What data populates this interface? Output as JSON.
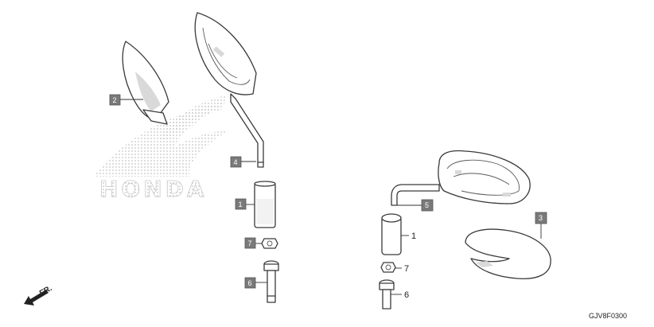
{
  "diagram": {
    "brand_watermark": "HONDA",
    "drawing_code": "GJV8F0300",
    "direction_label": "FR.",
    "left_callouts": [
      {
        "id": "callout-2",
        "label": "2"
      },
      {
        "id": "callout-4",
        "label": "4"
      },
      {
        "id": "callout-1-left",
        "label": "1"
      },
      {
        "id": "callout-7-left",
        "label": "7"
      },
      {
        "id": "callout-6-left",
        "label": "6"
      }
    ],
    "right_callouts": [
      {
        "id": "callout-5",
        "label": "5"
      },
      {
        "id": "callout-3",
        "label": "3"
      }
    ],
    "right_plain_callouts": [
      {
        "id": "callout-1-right",
        "label": "1"
      },
      {
        "id": "callout-7-right",
        "label": "7"
      },
      {
        "id": "callout-6-right",
        "label": "6"
      }
    ]
  }
}
